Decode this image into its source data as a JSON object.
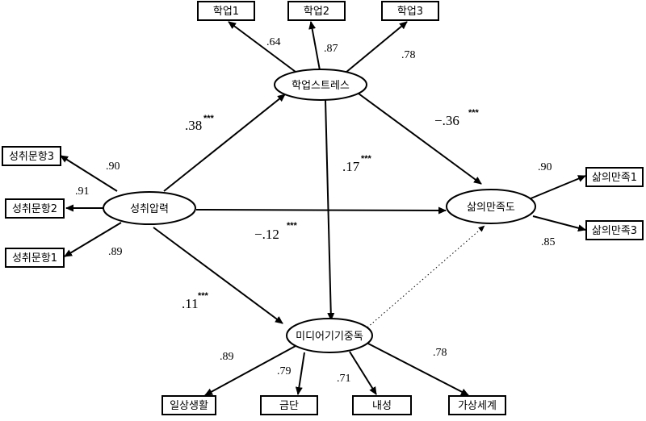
{
  "constructs": {
    "academic_stress": "학업스트레스",
    "achievement_pressure": "성취압력",
    "life_satisfaction": "삶의만족도",
    "media_addiction": "미디어기기중독"
  },
  "indicators": {
    "academic1": "학업1",
    "academic2": "학업2",
    "academic3": "학업3",
    "achievement3": "성취문항3",
    "achievement2": "성취문항2",
    "achievement1": "성취문항1",
    "satisfaction1": "삶의만족1",
    "satisfaction3": "삶의만족3",
    "daily_life": "일상생활",
    "withdrawal": "금단",
    "tolerance": "내성",
    "virtual_world": "가상세계"
  },
  "loadings": {
    "academic1": ".64",
    "academic2": ".87",
    "academic3": ".78",
    "achievement3": ".90",
    "achievement2": ".91",
    "achievement1": ".89",
    "satisfaction1": ".90",
    "satisfaction3": ".85",
    "daily_life": ".89",
    "withdrawal": ".79",
    "tolerance": ".71",
    "virtual_world": ".78"
  },
  "paths": {
    "pressure_to_stress": ".38",
    "stress_to_satisfaction": "−.36",
    "stress_to_media": ".17",
    "pressure_to_satisfaction": "−.12",
    "pressure_to_media": ".11",
    "significance": "***"
  },
  "colors": {
    "line": "#000000",
    "background": "#ffffff"
  }
}
